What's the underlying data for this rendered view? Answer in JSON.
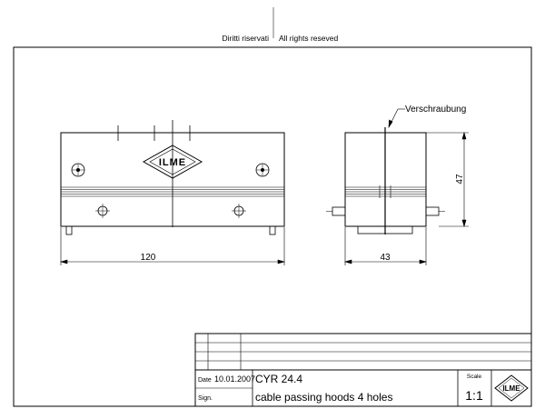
{
  "header": {
    "rights_it": "Diritti riservati",
    "rights_en": "All rights reseved"
  },
  "front_view": {
    "width_dimension": "120",
    "logo_text": "ILME"
  },
  "side_view": {
    "callout": "Verschraubung",
    "width_dimension": "43",
    "height_dimension": "47"
  },
  "title_block": {
    "date_label": "Date",
    "date_value": "10.01.2007",
    "sign_label": "Sign.",
    "part_code": "CYR 24.4",
    "description": "cable passing hoods 4 holes",
    "scale_label": "Scale",
    "scale_value": "1:1",
    "logo_text": "ILME"
  }
}
